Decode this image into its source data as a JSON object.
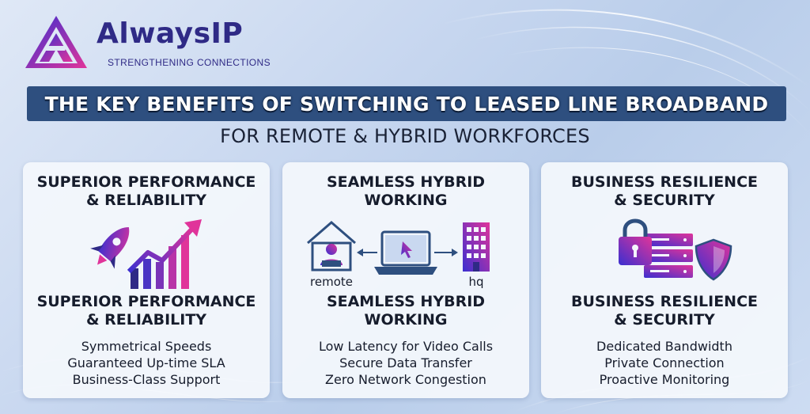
{
  "brand": {
    "name": "AlwaysIP",
    "tagline": "STRENGTHENING CONNECTIONS",
    "logo_icon": "triangle-a-logo-icon",
    "colors": {
      "brand_text": "#2f2a86",
      "gradient_start": "#3b2fd0",
      "gradient_end": "#e0349a"
    }
  },
  "banner": {
    "title": "THE KEY BENEFITS OF SWITCHING TO LEASED LINE BROADBAND",
    "background": "#2e4f7f"
  },
  "subtitle": "FOR REMOTE & HYBRID WORKFORCES",
  "cards": [
    {
      "heading_line1": "SUPERIOR PERFORMANCE",
      "heading_line2": "& RELIABILITY",
      "icon": "rocket-growth-chart-icon",
      "features": [
        "Symmetrical Speeds",
        "Guaranteed Up-time SLA",
        "Business-Class Support"
      ]
    },
    {
      "heading_line1": "SEAMLESS HYBRID",
      "heading_line2": "WORKING",
      "icon": "house-laptop-office-icon",
      "labels": {
        "left": "remote",
        "right": "hq"
      },
      "features": [
        "Low Latency for Video Calls",
        "Secure Data Transfer",
        "Zero Network Congestion"
      ]
    },
    {
      "heading_line1": "BUSINESS RESILIENCE",
      "heading_line2": "& SECURITY",
      "icon": "padlock-server-shield-icon",
      "features": [
        "Dedicated Bandwidth",
        "Private Connection",
        "Proactive Monitoring"
      ]
    }
  ]
}
